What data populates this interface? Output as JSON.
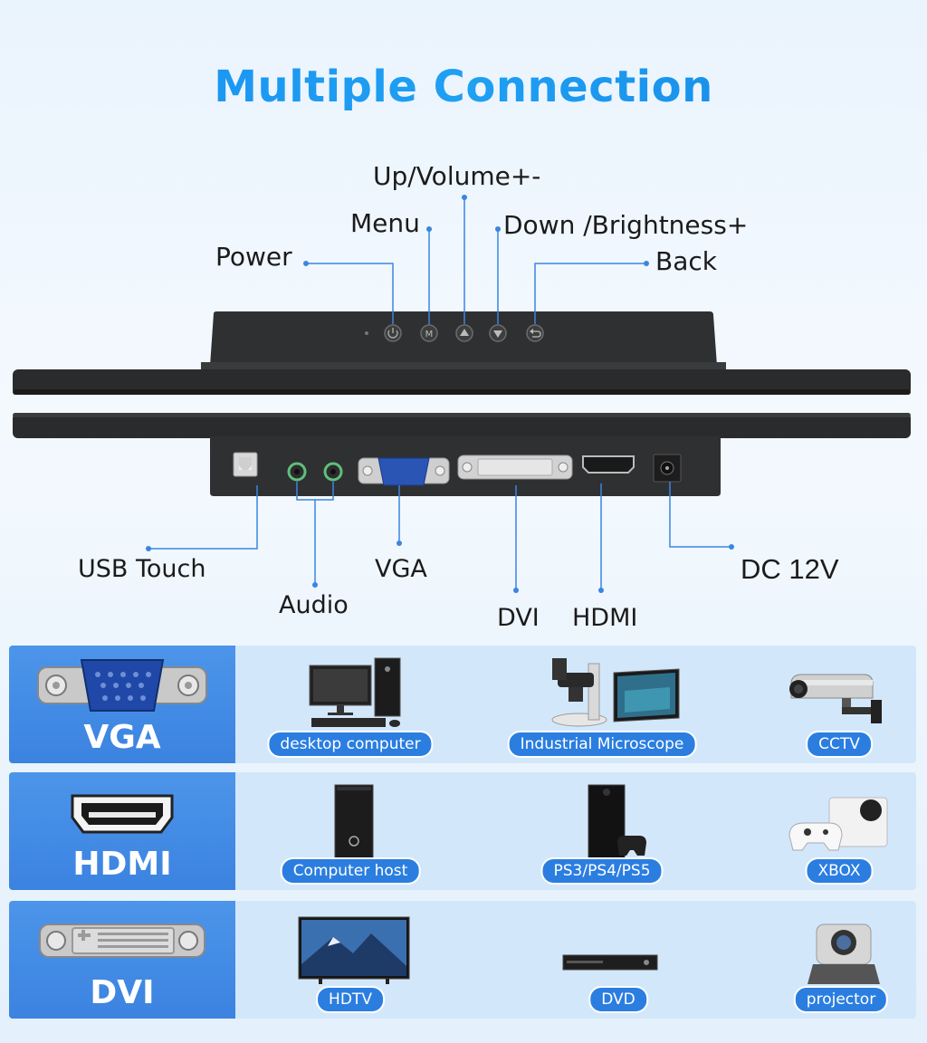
{
  "title": "Multiple Connection",
  "buttons": {
    "power": "Power",
    "menu": "Menu",
    "up": "Up/Volume+-",
    "down": "Down /Brightness+",
    "back": "Back"
  },
  "ports": {
    "usb": "USB Touch",
    "audio": "Audio",
    "vga": "VGA",
    "dvi": "DVI",
    "hdmi": "HDMI",
    "dc": "DC 12V"
  },
  "panels": [
    {
      "name": "VGA",
      "devices": [
        "desktop computer",
        "Industrial Microscope",
        "CCTV"
      ]
    },
    {
      "name": "HDMI",
      "devices": [
        "Computer host",
        "PS3/PS4/PS5",
        "XBOX"
      ]
    },
    {
      "name": "DVI",
      "devices": [
        "HDTV",
        "DVD",
        "projector"
      ]
    }
  ],
  "colors": {
    "accent": "#2b7ee0",
    "title": "#1a8ff0",
    "line": "#3a86e0",
    "monitor": "#2d2e30"
  }
}
